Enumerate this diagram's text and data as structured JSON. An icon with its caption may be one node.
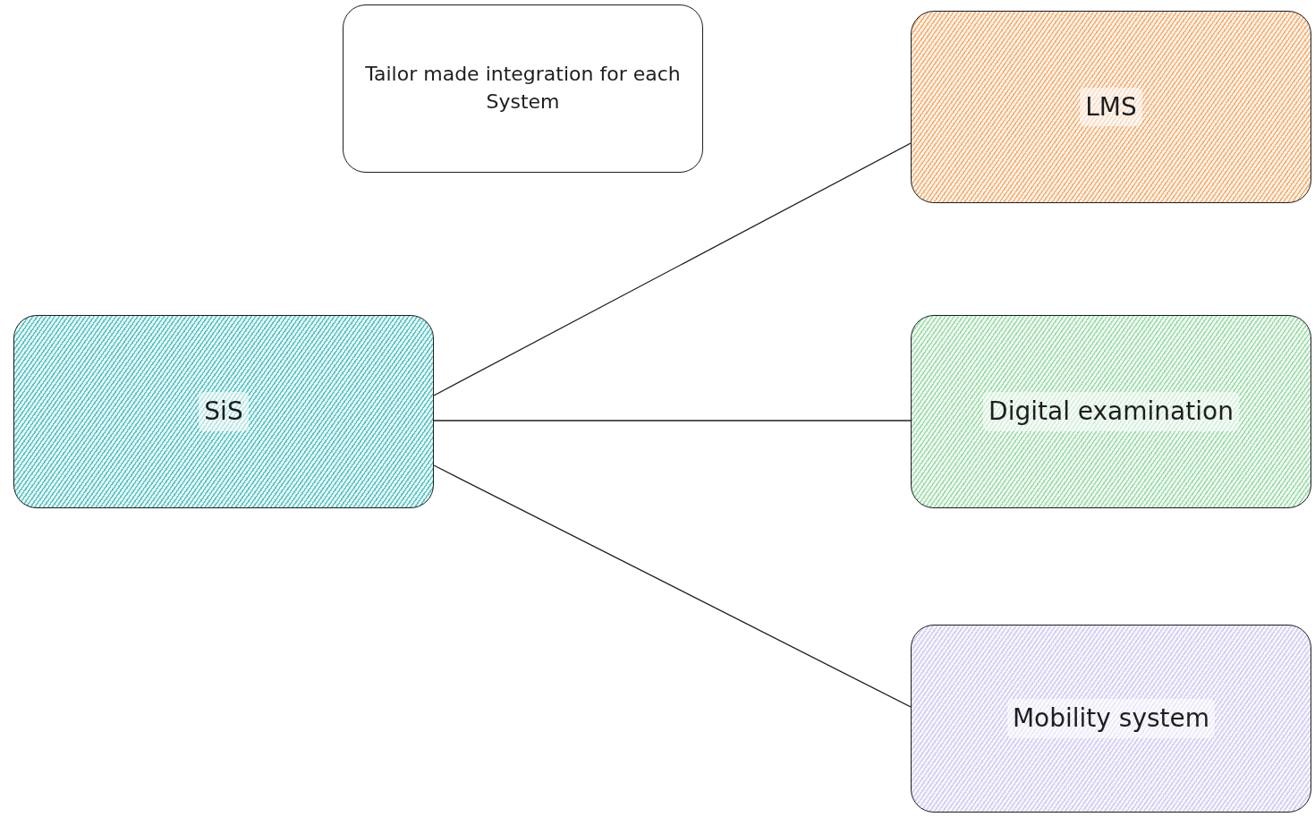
{
  "diagram": {
    "nodes": [
      {
        "text": [
          "Tailor made integration for each System"
        ]
      },
      {
        "text": [
          "LMS"
        ]
      },
      {
        "text": [
          "SiS"
        ]
      },
      {
        "text": [
          "Digital examination"
        ]
      },
      {
        "text": [
          "Mobility system"
        ]
      }
    ],
    "edges": [
      {
        "from": 2,
        "to": 1,
        "arrow": "none"
      },
      {
        "from": 2,
        "to": 3,
        "arrow": "none"
      },
      {
        "from": 2,
        "to": 4,
        "arrow": "none"
      }
    ]
  }
}
